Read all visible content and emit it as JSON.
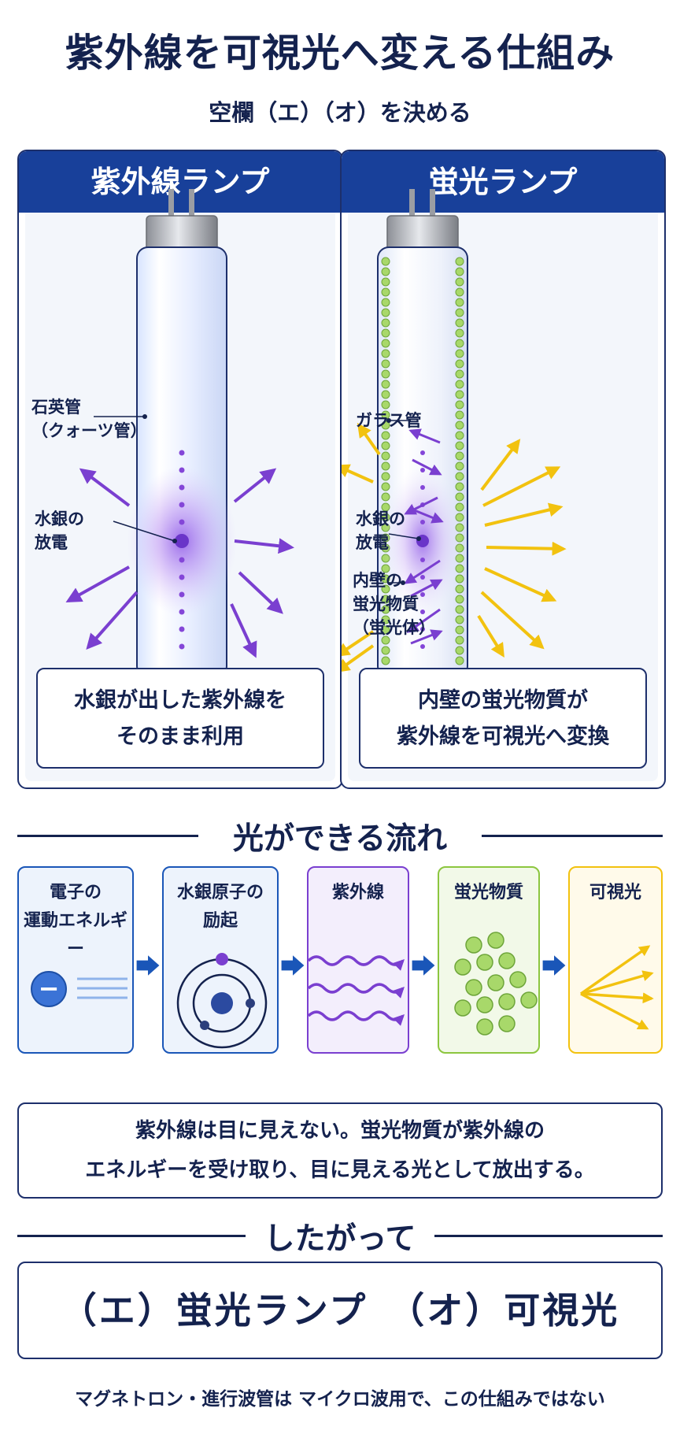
{
  "title": "紫外線を可視光へ変える仕組み",
  "subtitle": "空欄（エ）（オ）を決める",
  "uv_lamp": {
    "heading": "紫外線ランプ",
    "label_tube": [
      "石英管",
      "（クォーツ管）"
    ],
    "label_discharge": [
      "水銀の",
      "放電"
    ],
    "summary": [
      "水銀が出した紫外線を",
      "そのまま利用"
    ]
  },
  "fluorescent_lamp": {
    "heading": "蛍光ランプ",
    "label_tube": "ガラス管",
    "label_discharge": [
      "水銀の",
      "放電"
    ],
    "label_phosphor": [
      "内壁の",
      "蛍光物質",
      "（蛍光体）"
    ],
    "summary": [
      "内壁の蛍光物質が",
      "紫外線を可視光へ変換"
    ]
  },
  "flow": {
    "heading": "光ができる流れ",
    "steps": [
      {
        "label": [
          "電子の",
          "運動エネルギー"
        ],
        "icon": "electron-icon"
      },
      {
        "label": [
          "水銀原子の",
          "励起"
        ],
        "icon": "atom-icon"
      },
      {
        "label": [
          "紫外線"
        ],
        "icon": "uv-wave-icon"
      },
      {
        "label": [
          "蛍光物質"
        ],
        "icon": "phosphor-particles-icon"
      },
      {
        "label": [
          "可視光"
        ],
        "icon": "visible-light-rays-icon"
      }
    ],
    "electron_symbol": "−"
  },
  "note": [
    "紫外線は目に見えない。蛍光物質が紫外線の",
    "エネルギーを受け取り、目に見える光として放出する。"
  ],
  "conclusion_heading": "したがって",
  "answer": "（エ）蛍光ランプ　（オ）可視光",
  "footnote": "マグネトロン・進行波管は マイクロ波用で、この仕組みではない",
  "colors": {
    "navy": "#14224e",
    "header_blue": "#18409a",
    "uv_purple": "#7a3fd0",
    "visible_yellow": "#f2c20f",
    "phosphor_green": "#8cc63f",
    "arrow_blue": "#1a56b8"
  }
}
